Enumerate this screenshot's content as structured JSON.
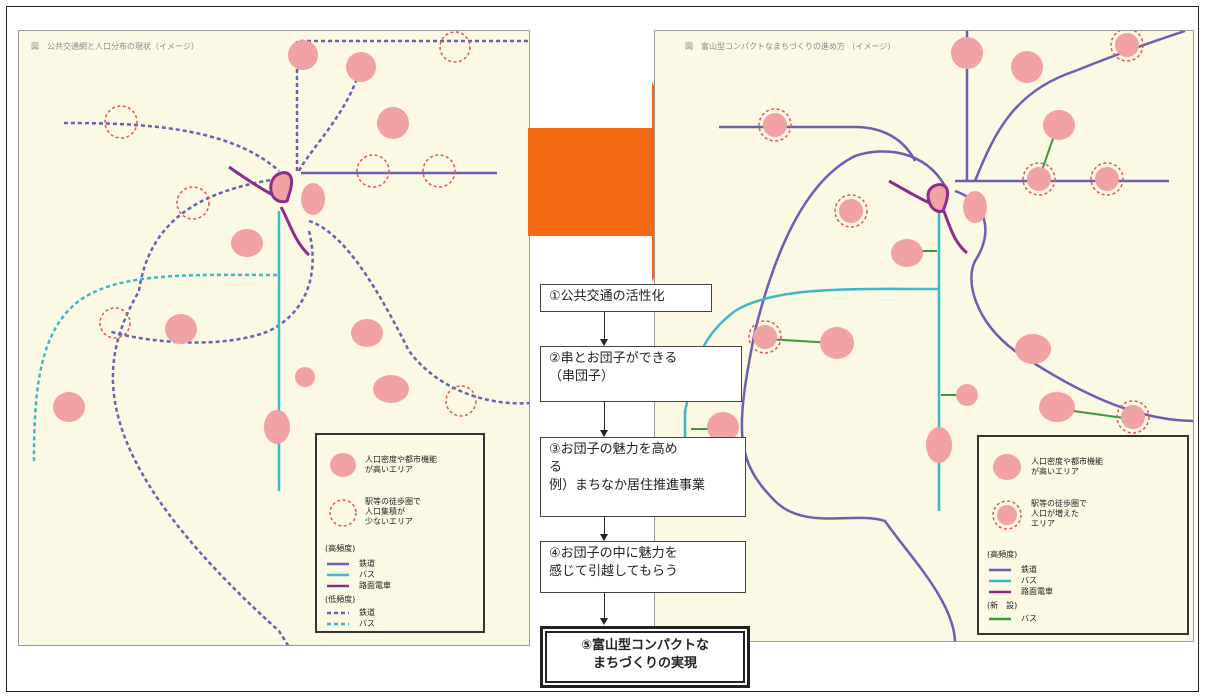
{
  "left_map": {
    "title": "図　公共交通網と人口分布の現状（イメージ）",
    "legend": {
      "dense_area": "人口密度や都市機能\nが高いエリア",
      "sparse_area": "駅等の徒歩圏で\n人口集積が\n少ないエリア",
      "high_freq_heading": "(高頻度)",
      "railway": "鉄道",
      "bus": "バス",
      "tram": "路面電車",
      "low_freq_heading": "(低頻度)",
      "low_railway": "鉄道",
      "low_bus": "バス"
    }
  },
  "right_map": {
    "title": "図　富山型コンパクトなまちづくりの進め方\n（イメージ）",
    "legend": {
      "dense_area": "人口密度や都市機能\nが高いエリア",
      "grown_area": "駅等の徒歩圏で\n人口が増えた\nエリア",
      "high_freq_heading": "(高頻度)",
      "railway": "鉄道",
      "bus": "バス",
      "tram": "路面電車",
      "new_heading": "(新　設)",
      "new_bus": "バス"
    }
  },
  "steps": [
    "①公共交通の活性化",
    "②串とお団子ができる\n（串団子）",
    "③お団子の魅力を高め\nる\n例）まちなか居住推進事業",
    "④お団子の中に魅力を\n感じて引越してもらう",
    "⑤富山型コンパクトな\nまちづくりの実現"
  ],
  "colors": {
    "map_bg": "#fbf8e3",
    "dense_dot": "#f2a1a5",
    "sparse_ring": "#e0575c",
    "railway": "#6a5fb0",
    "bus": "#3bb8c9",
    "tram": "#8a2e8e",
    "new_bus": "#3a9a3a",
    "big_arrow": "#f26a12"
  }
}
